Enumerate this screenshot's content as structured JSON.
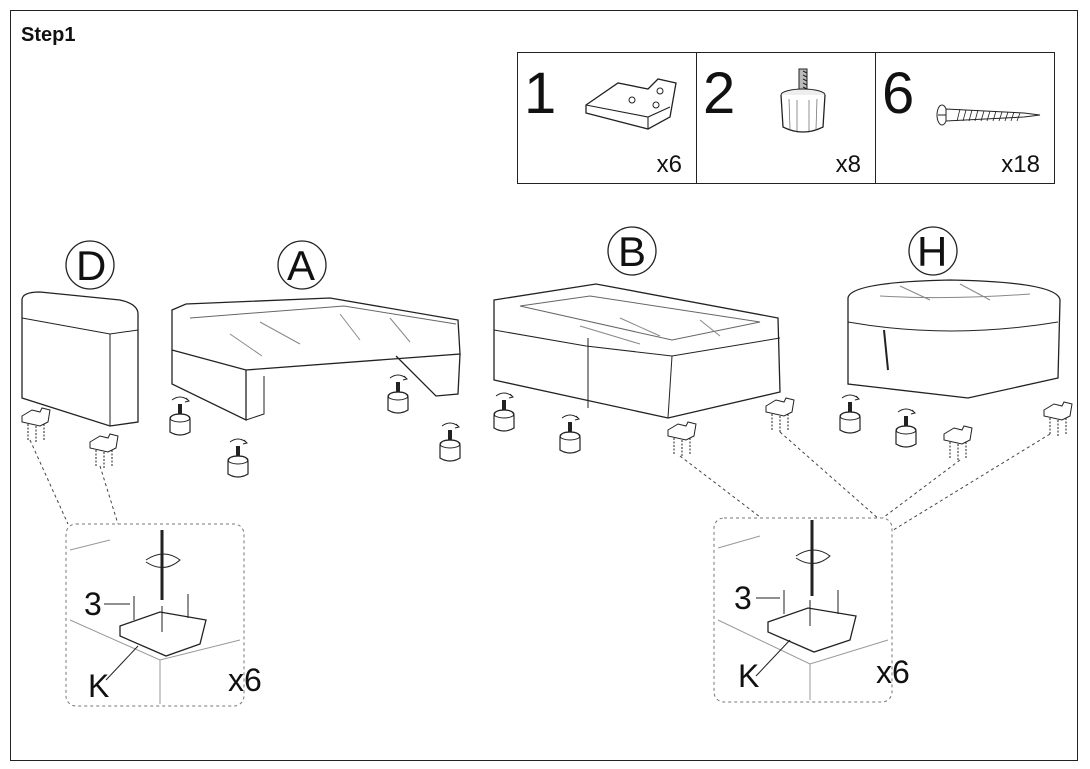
{
  "step": {
    "title": "Step1"
  },
  "parts": [
    {
      "number": "1",
      "quantity": "x6",
      "icon": "corner-bracket-icon"
    },
    {
      "number": "2",
      "quantity": "x8",
      "icon": "furniture-foot-icon"
    },
    {
      "number": "6",
      "quantity": "x18",
      "icon": "screw-icon"
    }
  ],
  "modules": [
    {
      "label": "D"
    },
    {
      "label": "A"
    },
    {
      "label": "B"
    },
    {
      "label": "H"
    }
  ],
  "details": [
    {
      "screw_label": "3",
      "bracket_label": "K",
      "quantity": "x6"
    },
    {
      "screw_label": "3",
      "bracket_label": "K",
      "quantity": "x6"
    }
  ]
}
